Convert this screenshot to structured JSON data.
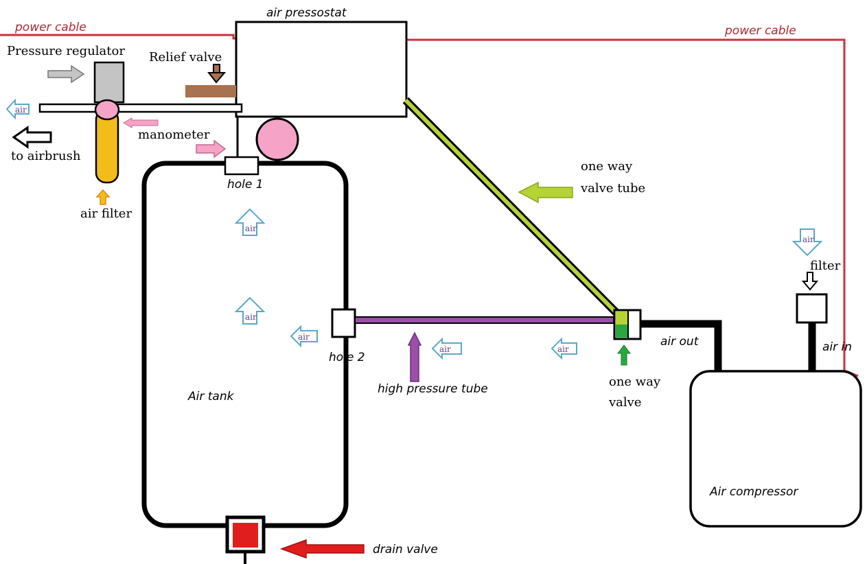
{
  "labels": {
    "air_pressostat": "air pressostat",
    "power_cable_left": "power cable",
    "power_cable_right": "power cable",
    "pressure_regulator": "Pressure regulator",
    "relief_valve": "Relief valve",
    "manometer": "manometer",
    "to_airbrush": "to airbrush",
    "air_filter": "air filter",
    "hole_1": "hole 1",
    "hole_2": "hole 2",
    "air_tank": "Air tank",
    "high_pressure_tube": "high pressure tube",
    "one_way_valve_tube_line1": "one way",
    "one_way_valve_tube_line2": "valve tube",
    "one_way_valve_line1": "one way",
    "one_way_valve_line2": "valve",
    "air_out": "air out",
    "air_in": "air in",
    "filter": "filter",
    "air_compressor": "Air compressor",
    "drain_valve": "drain valve",
    "air": "air"
  },
  "colors": {
    "power_cable": "#c8323c",
    "valve_tube": "#b5d334",
    "high_pressure_tube": "#9b4fa8",
    "air_arrow": "#5aa7c7",
    "drain_valve": "#e01e1e",
    "air_filter": "#f2bd1a",
    "manometer": "#f5a3c7",
    "relief_valve": "#a8714f",
    "regulator_top": "#c4c4c4",
    "one_way_valve": "#2aa640"
  }
}
